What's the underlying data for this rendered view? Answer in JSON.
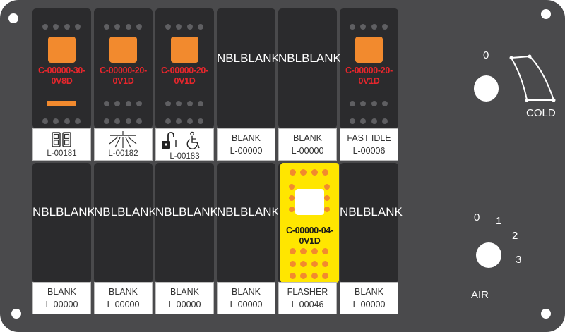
{
  "top_row": [
    {
      "type": "switch",
      "code": [
        "C-00000-30-",
        "0V8D"
      ],
      "has_bar": true,
      "label_icon": "dual-rocker-icon",
      "label_num": "L-00181"
    },
    {
      "type": "switch",
      "code": [
        "C-00000-20-",
        "0V1D"
      ],
      "has_bar": false,
      "label_icon": "light-beam-icon",
      "label_num": "L-00182"
    },
    {
      "type": "switch",
      "code": [
        "C-00000-20-",
        "0V1D"
      ],
      "has_bar": false,
      "label_icon": "lock-wheelchair-icon",
      "label_num": "L-00183"
    },
    {
      "type": "blank",
      "nbl": [
        "NBL",
        "BLANK"
      ],
      "label_text": "BLANK",
      "label_num": "L-00000"
    },
    {
      "type": "blank",
      "nbl": [
        "NBL",
        "BLANK"
      ],
      "label_text": "BLANK",
      "label_num": "L-00000"
    },
    {
      "type": "switch",
      "code": [
        "C-00000-20-",
        "0V1D"
      ],
      "has_bar": false,
      "label_text": "FAST IDLE",
      "label_num": "L-00006"
    }
  ],
  "bottom_row": [
    {
      "type": "blank",
      "nbl": [
        "NBL",
        "BLANK"
      ],
      "label_text": "BLANK",
      "label_num": "L-00000"
    },
    {
      "type": "blank",
      "nbl": [
        "NBL",
        "BLANK"
      ],
      "label_text": "BLANK",
      "label_num": "L-00000"
    },
    {
      "type": "blank",
      "nbl": [
        "NBL",
        "BLANK"
      ],
      "label_text": "BLANK",
      "label_num": "L-00000"
    },
    {
      "type": "blank",
      "nbl": [
        "NBL",
        "BLANK"
      ],
      "label_text": "BLANK",
      "label_num": "L-00000"
    },
    {
      "type": "flasher",
      "code": [
        "C-00000-04-",
        "0V1D"
      ],
      "label_text": "FLASHER",
      "label_num": "L-00046"
    },
    {
      "type": "blank",
      "nbl": [
        "NBL",
        "BLANK"
      ],
      "label_text": "BLANK",
      "label_num": "L-00000"
    }
  ],
  "temp_knob": {
    "zero": "0",
    "label": "COLD"
  },
  "air_knob": {
    "positions": [
      "0",
      "1",
      "2",
      "3"
    ],
    "label": "AIR"
  },
  "colors": {
    "panel": "#4a4a4c",
    "slot": "#2b2b2d",
    "lamp": "#f28a2e",
    "code_red": "#e8262c",
    "flasher": "#ffe600"
  }
}
